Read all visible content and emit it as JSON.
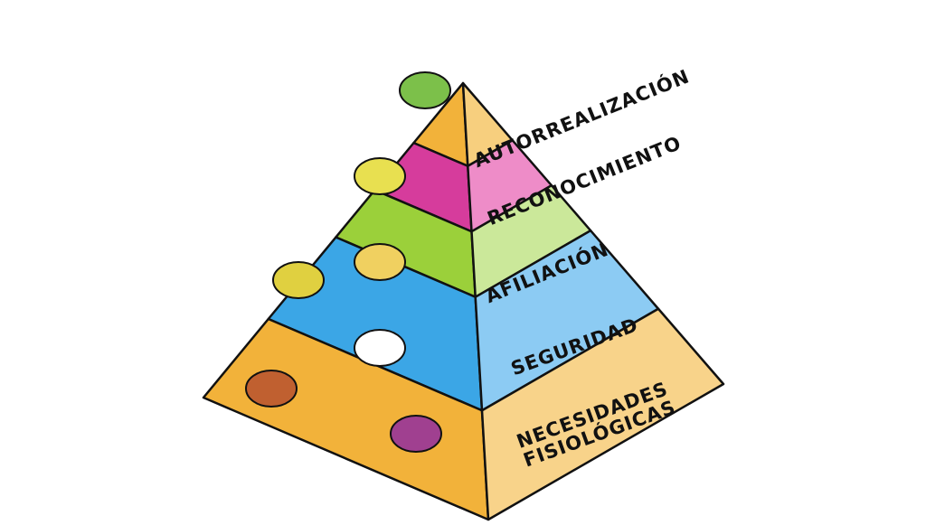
{
  "title": "Pirámide de Maslow",
  "levels": [
    {
      "label": "AUTORREALIZACIÓN",
      "color": "#f2b23a",
      "light": "#f7cf7e"
    },
    {
      "label": "RECONOCIMIENTO",
      "color": "#d63c9c",
      "light": "#ee8cc8"
    },
    {
      "label": "AFILIACIÓN",
      "color": "#9bd03a",
      "light": "#cbe89a"
    },
    {
      "label": "SEGURIDAD",
      "color": "#3ba6e6",
      "light": "#8ccbf3"
    },
    {
      "label": "NECESIDADES FISIOLÓGICAS",
      "color": "#f2b23a",
      "light": "#f8d38a"
    }
  ]
}
